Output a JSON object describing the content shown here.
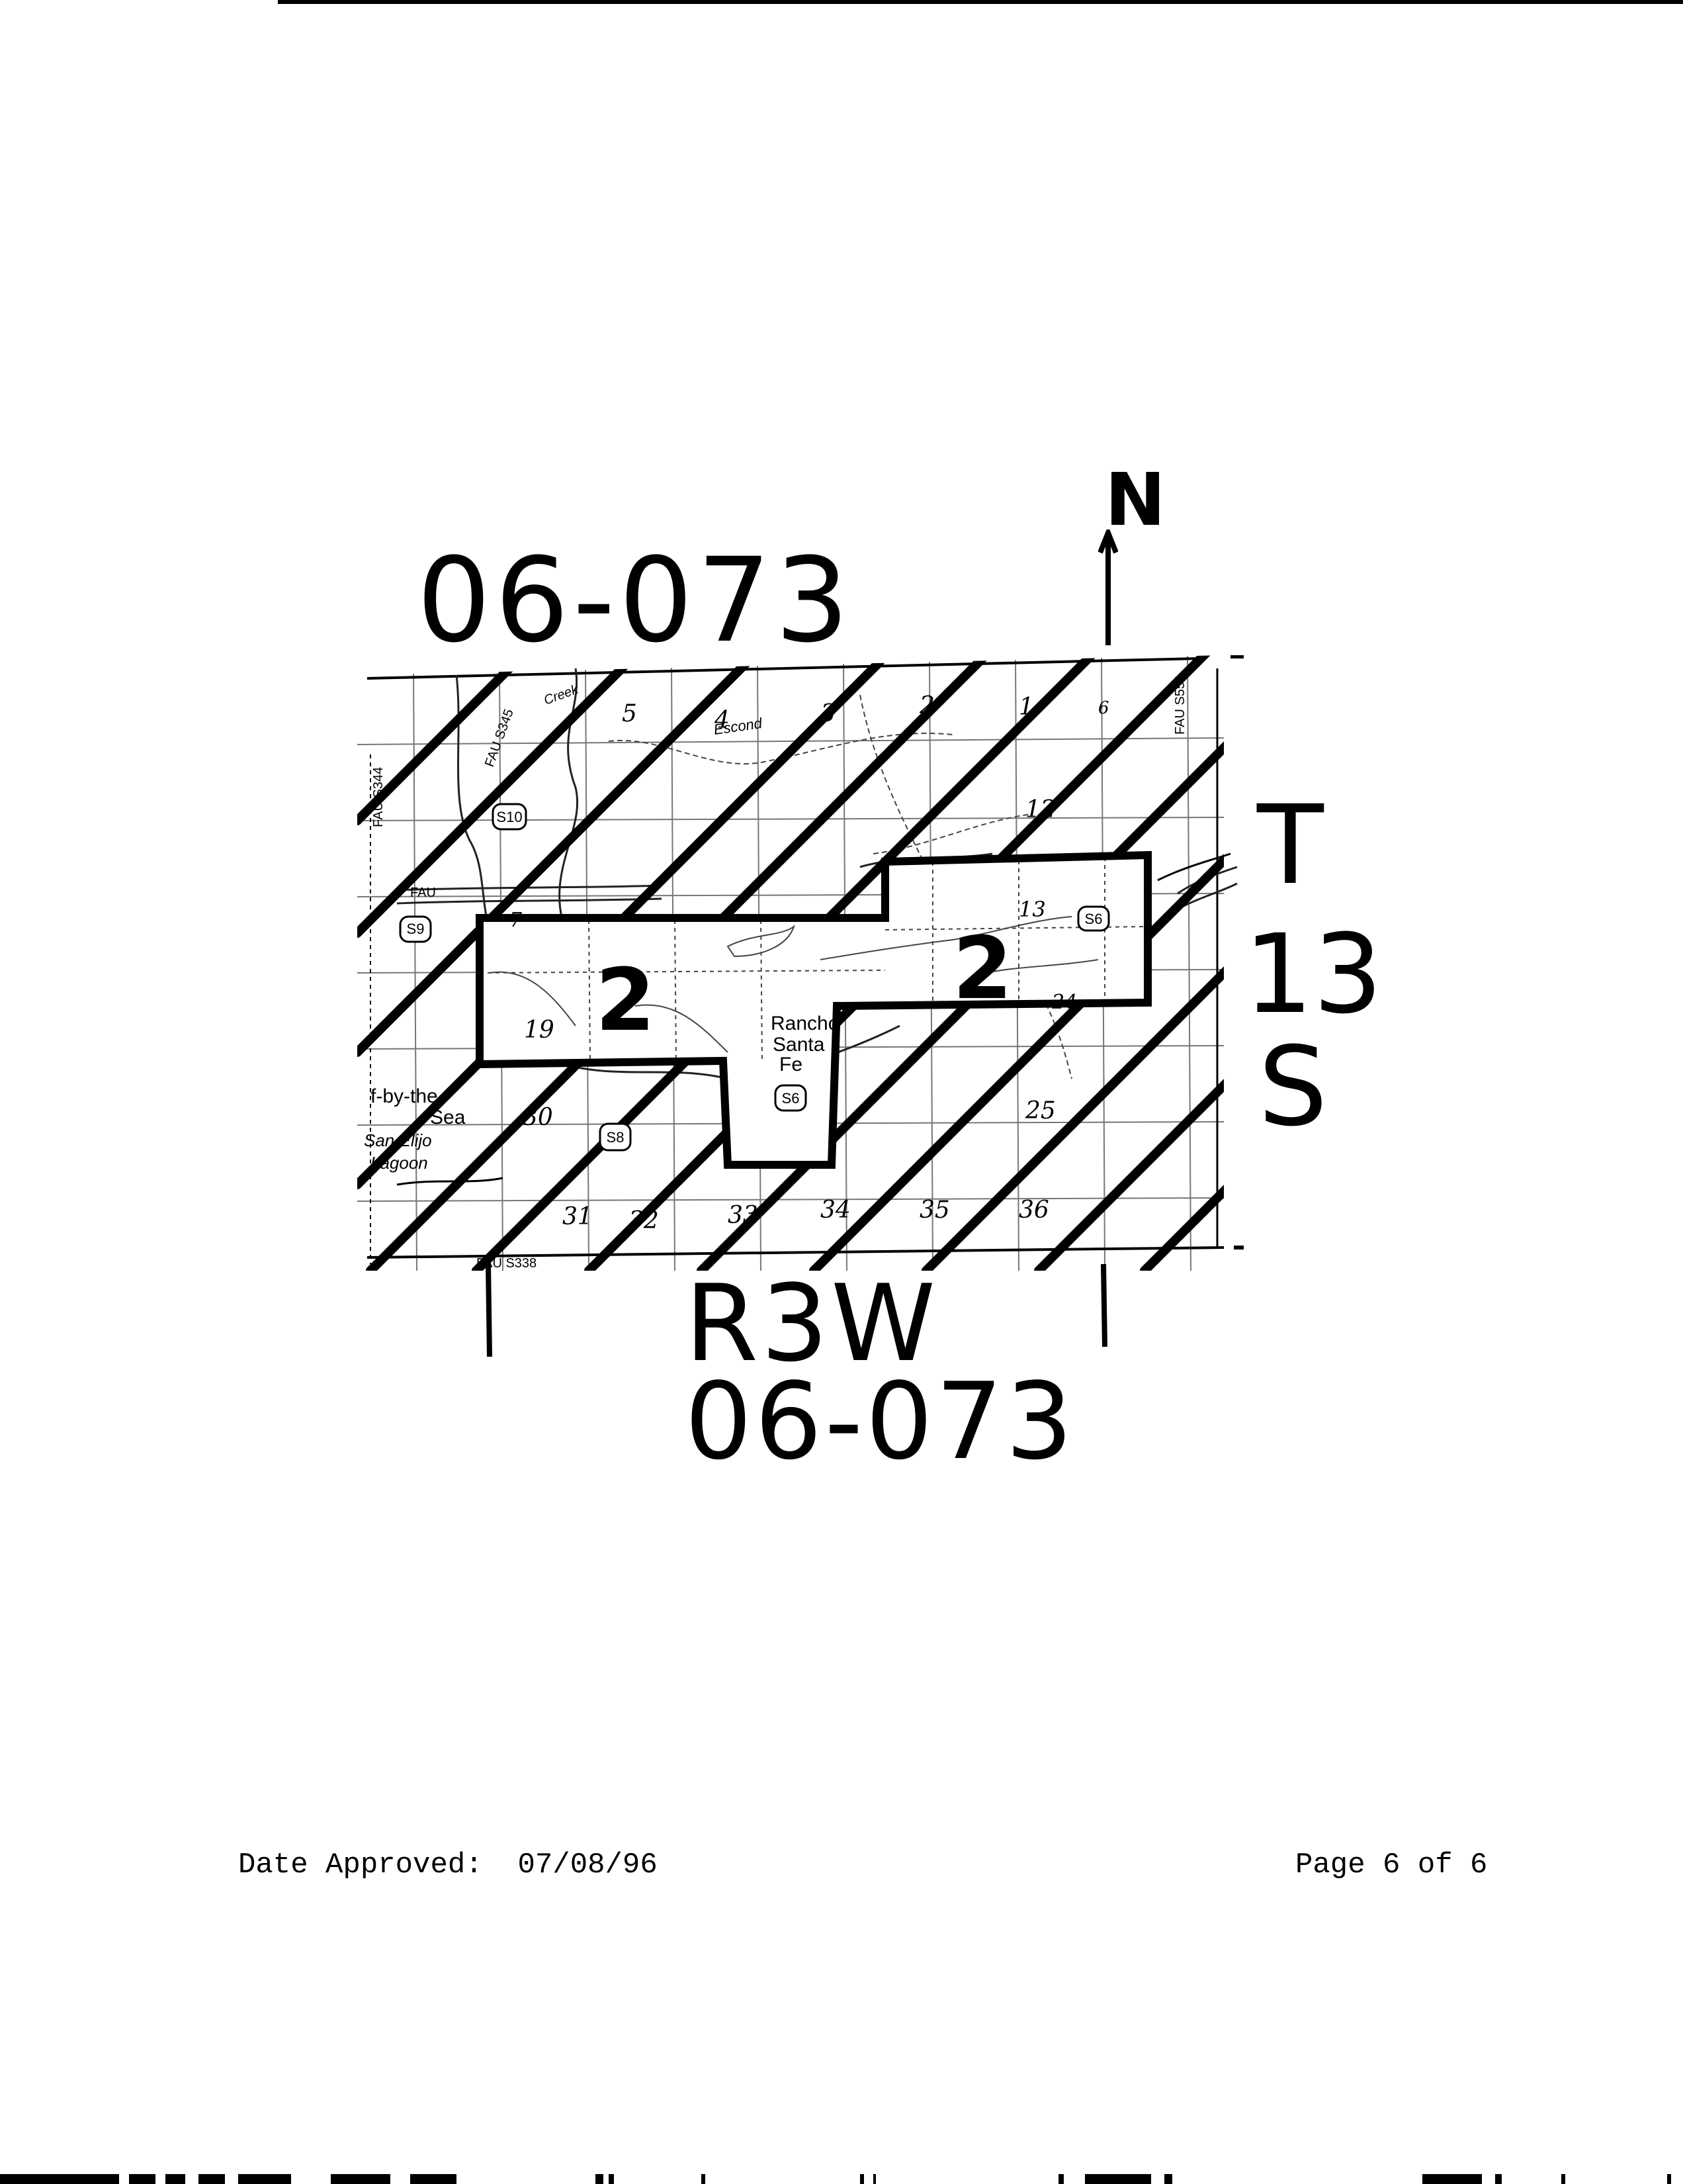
{
  "document": {
    "map_id_top": "06-073",
    "map_id_bottom": "06-073",
    "range": "R3W",
    "township": {
      "letter": "T",
      "number": "13",
      "direction": "S"
    },
    "north": "N",
    "zone_label_left": "2",
    "zone_label_right": "2"
  },
  "map_labels": {
    "place": [
      "Rancho",
      "Santa",
      "Fe"
    ],
    "creek": "Creek",
    "escondido": "Escond",
    "lagoon": [
      "San Elijo",
      "Lagoon"
    ],
    "by_the_sea": [
      "f-by-the-",
      "Sea"
    ],
    "routes": [
      "S10",
      "S9",
      "S8",
      "S6",
      "S6"
    ],
    "fau_labels": [
      "FAU",
      "FAU S345",
      "FAU S344",
      "FAU S338",
      "FAU S551"
    ],
    "sections": [
      "5",
      "4",
      "3",
      "2",
      "1",
      "6",
      "12",
      "7",
      "13",
      "19",
      "24",
      "25",
      "30",
      "31",
      "32",
      "33",
      "34",
      "35",
      "36"
    ]
  },
  "footer": {
    "date_label": "Date Approved:",
    "date_value": "07/08/96",
    "page_label": "Page 6 of 6"
  }
}
